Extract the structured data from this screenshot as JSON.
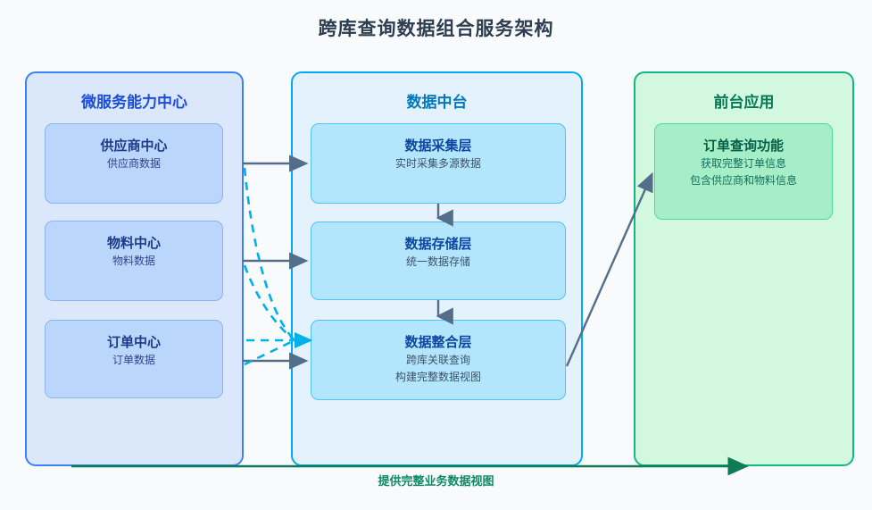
{
  "title": "跨库查询数据组合服务架构",
  "panels": {
    "micro": {
      "title": "微服务能力中心",
      "cards": [
        {
          "title": "供应商中心",
          "sub": "供应商数据"
        },
        {
          "title": "物料中心",
          "sub": "物料数据"
        },
        {
          "title": "订单中心",
          "sub": "订单数据"
        }
      ]
    },
    "middle": {
      "title": "数据中台",
      "cards": [
        {
          "title": "数据采集层",
          "sub": "实时采集多源数据",
          "sub2": ""
        },
        {
          "title": "数据存储层",
          "sub": "统一数据存储",
          "sub2": ""
        },
        {
          "title": "数据整合层",
          "sub": "跨库关联查询",
          "sub2": "构建完整数据视图"
        }
      ]
    },
    "front": {
      "title": "前台应用",
      "cards": [
        {
          "title": "订单查询功能",
          "sub": "获取完整订单信息",
          "sub2": "包含供应商和物料信息"
        }
      ]
    }
  },
  "bottom_label": "提供完整业务数据视图",
  "colors": {
    "title_text": "#2c3e50",
    "micro_panel_bg": "#dbe8fb",
    "micro_panel_border": "#3b82f6",
    "micro_card_bg": "#bad6fb",
    "middle_panel_bg": "#e3f2fd",
    "middle_panel_border": "#03a9f4",
    "middle_card_bg": "#b3e5fc",
    "front_panel_bg": "#d2f8df",
    "front_panel_border": "#10b981",
    "front_card_bg": "#a5eec8",
    "solid_arrow": "#546e8a",
    "dashed_arrow": "#00b0e8",
    "bottom_arrow": "#0f7a56"
  }
}
